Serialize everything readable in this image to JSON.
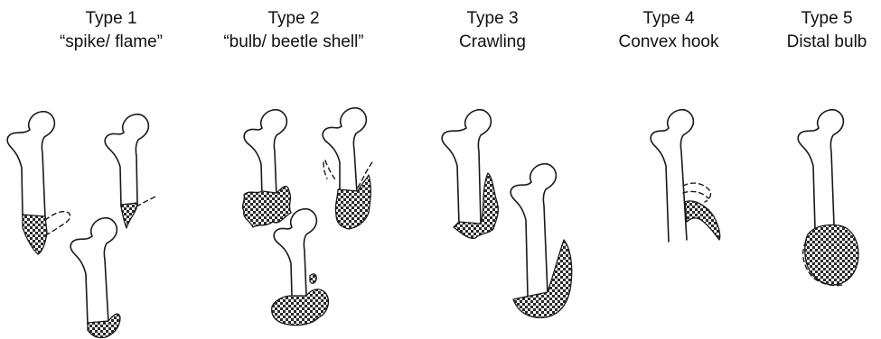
{
  "types": [
    {
      "title": "Type 1",
      "subtitle": "“spike/ flame”"
    },
    {
      "title": "Type 2",
      "subtitle": "“bulb/ beetle shell”"
    },
    {
      "title": "Type 3",
      "subtitle": "Crawling"
    },
    {
      "title": "Type 4",
      "subtitle": "Convex hook"
    },
    {
      "title": "Type 5",
      "subtitle": "Distal bulb"
    }
  ],
  "colors": {
    "ink": "#1a1a1a",
    "cement_dark": "#2a2a2a",
    "background": "#ffffff"
  }
}
